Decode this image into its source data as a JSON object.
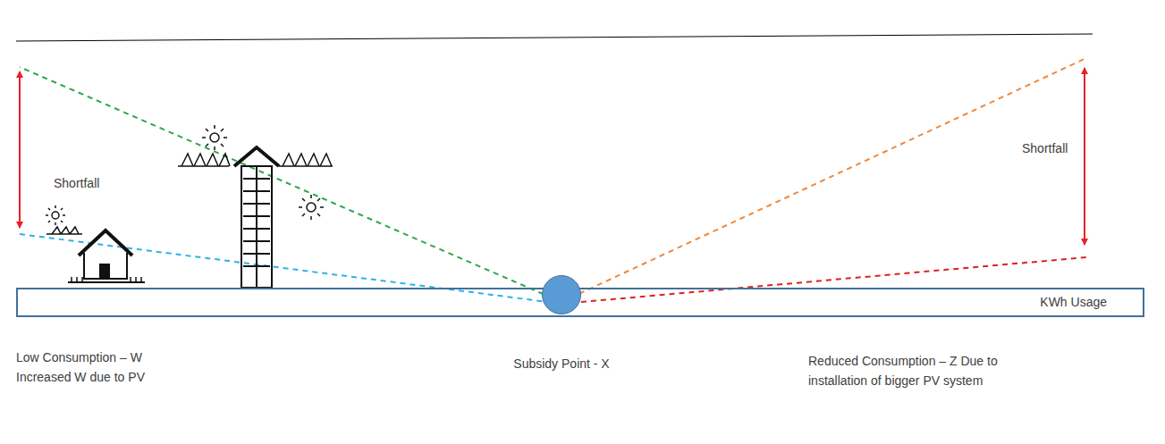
{
  "diagram": {
    "nodes": [
      {
        "text": [
          "KWh Usage"
        ]
      },
      {
        "text": [
          "Subsidy Point - X"
        ]
      }
    ],
    "labels": [
      "Shortfall",
      "Shortfall",
      "Low Consumption – W Increased W due to PV",
      "Reduced Consumption – Z Due to installation of bigger PV system"
    ]
  }
}
